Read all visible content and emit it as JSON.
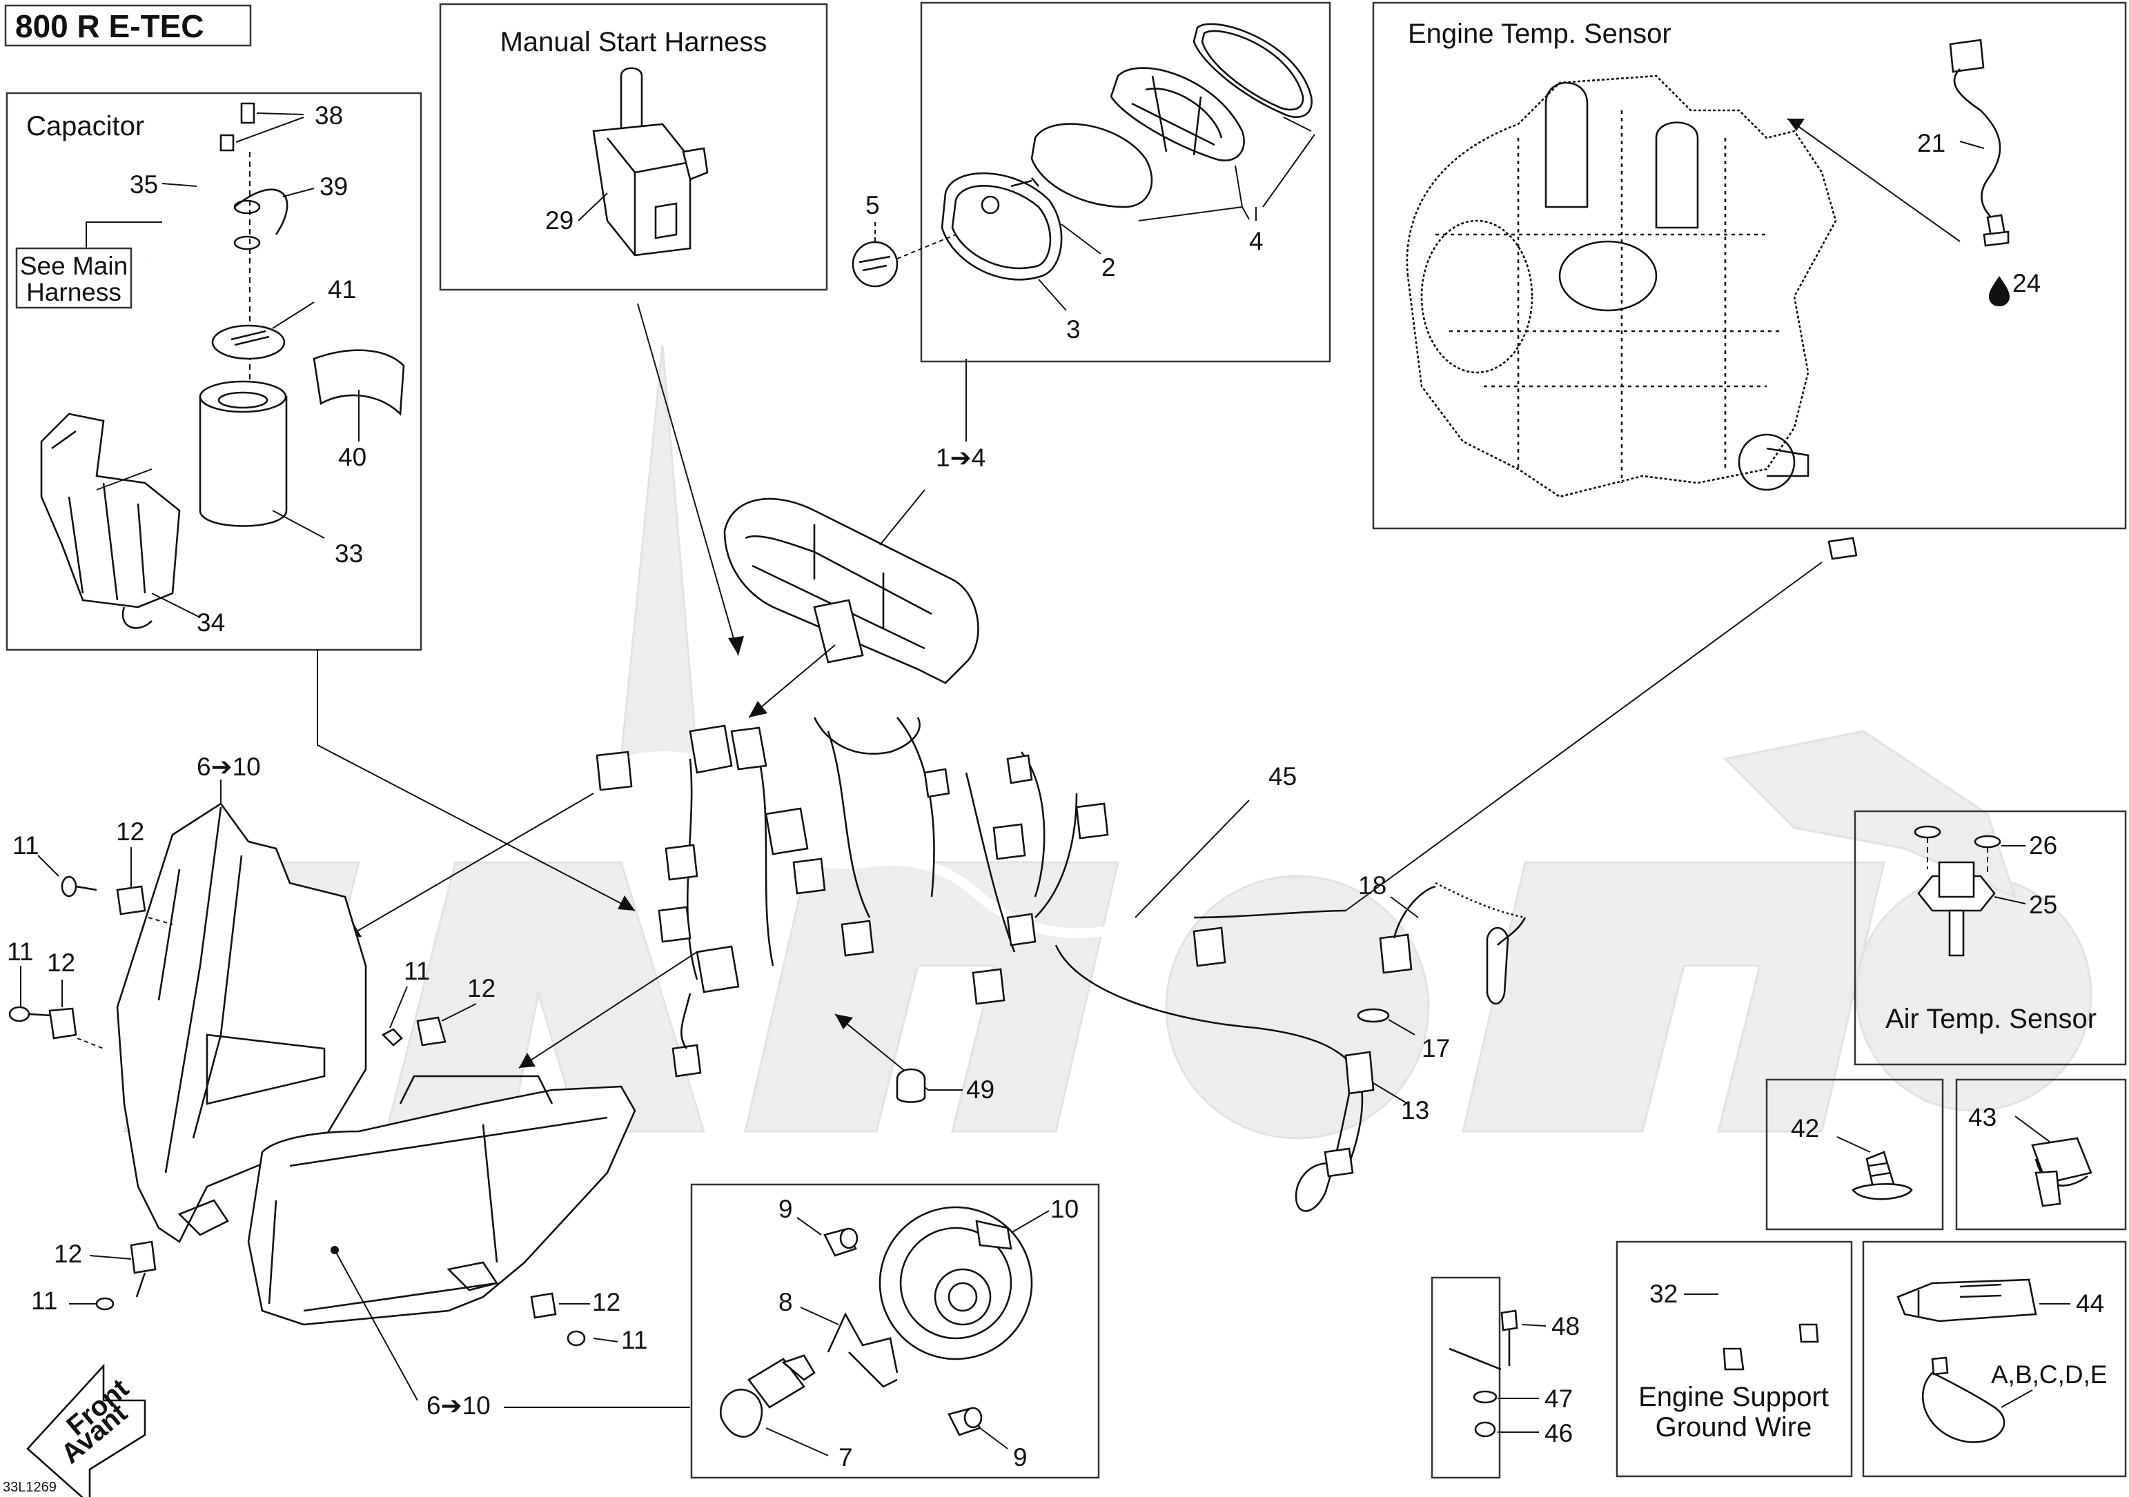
{
  "header": {
    "model": "800 R E-TEC"
  },
  "doc_ref": "33L1269",
  "sections": {
    "capacitor": "Capacitor",
    "see_main_harness": [
      "See Main",
      "Harness"
    ],
    "manual_start": "Manual Start Harness",
    "engine_temp": "Engine Temp. Sensor",
    "air_temp": "Air Temp. Sensor",
    "ground_wire": [
      "Engine Support",
      "Ground Wire"
    ]
  },
  "front_arrow": [
    "Front",
    "Avant"
  ],
  "callouts": {
    "c38": "38",
    "c39": "39",
    "c35": "35",
    "c41": "41",
    "c40": "40",
    "c33": "33",
    "c34": "34",
    "c29": "29",
    "c5": "5",
    "c2": "2",
    "c3": "3",
    "c4": "4",
    "c1to4": "1➔4",
    "c21": "21",
    "c24": "24",
    "c45": "45",
    "c18": "18",
    "c17": "17",
    "c13": "13",
    "c26": "26",
    "c25": "25",
    "c42": "42",
    "c43": "43",
    "c49": "49",
    "c6to10_top": "6➔10",
    "c6to10_bot": "6➔10",
    "c11a": "11",
    "c12a": "12",
    "c11b": "11",
    "c12b": "12",
    "c11c": "11",
    "c12c": "12",
    "c12d": "12",
    "c11d": "11",
    "c12e": "12",
    "c11e": "11",
    "c9a": "9",
    "c10": "10",
    "c8": "8",
    "c7": "7",
    "c9b": "9",
    "c32": "32",
    "c48": "48",
    "c47": "47",
    "c46": "46",
    "c44": "44",
    "cABCDE": "A,B,C,D,E"
  },
  "colors": {
    "line": "#111111",
    "frame": "#333333",
    "watermark": "#ededed"
  }
}
